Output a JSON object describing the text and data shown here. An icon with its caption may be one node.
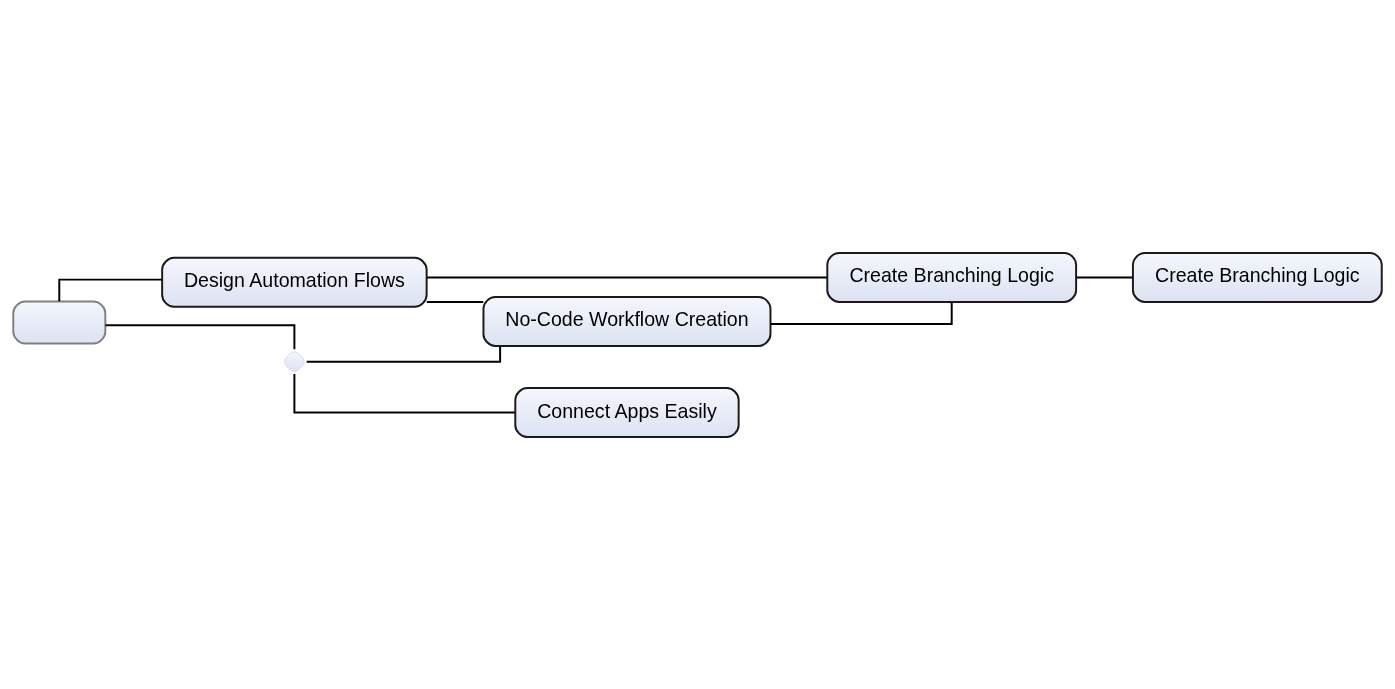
{
  "diagram": {
    "nodes": [
      {
        "text": [],
        "shape": "box"
      },
      {
        "text": [
          "Design Automation Flows"
        ]
      },
      {
        "text": [],
        "shape": "diamond"
      },
      {
        "text": [
          "No-Code Workflow Creation"
        ]
      },
      {
        "text": [
          "Create Branching Logic"
        ]
      },
      {
        "text": [
          "Connect Apps Easily"
        ]
      },
      {
        "text": [
          "Create Branching Logic"
        ]
      }
    ],
    "edges": [
      {
        "from": 0,
        "to": 1,
        "arrow": "none"
      },
      {
        "from": 0,
        "to": 2,
        "arrow": "none"
      },
      {
        "from": 2,
        "to": 3,
        "arrow": "none"
      },
      {
        "from": 2,
        "to": 5,
        "arrow": "none"
      },
      {
        "from": 1,
        "to": 3,
        "arrow": "none"
      },
      {
        "from": 1,
        "to": 4,
        "arrow": "none"
      },
      {
        "from": 3,
        "to": 4,
        "arrow": "none"
      },
      {
        "from": 4,
        "to": 6,
        "arrow": "none"
      }
    ]
  }
}
